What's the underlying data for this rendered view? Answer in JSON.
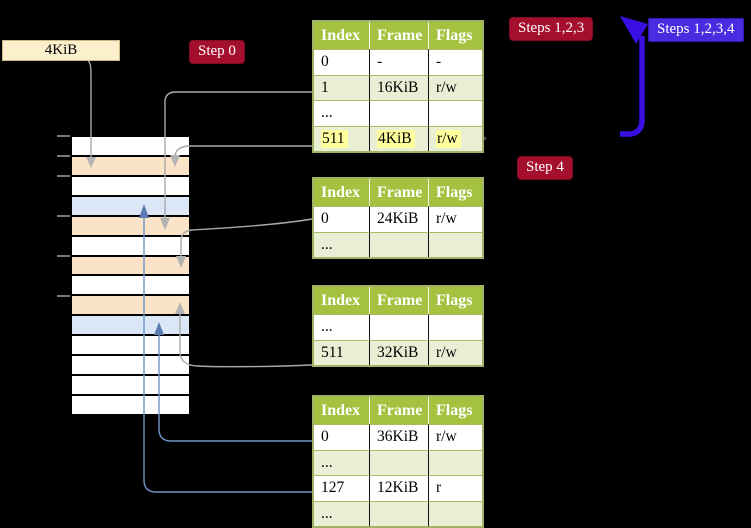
{
  "colors": {
    "background": "#000000",
    "table_header_green": "#a4c13f",
    "table_row_green": "#e8efd4",
    "table_border": "#a2b266",
    "table_row_divider": "#a9bc64",
    "highlight_yellow": "#ffff9e",
    "frame_label_cream": "#fcf0cc",
    "frame_label_border": "#c9b784",
    "badge_red": "#a50f2e",
    "badge_red_border": "#7e0b22",
    "badge_blue": "#4a2be0",
    "badge_blue_border": "#2f18b5",
    "loop_arrow_blue": "#3a0fe3",
    "pointer_gray": "#a9a9a9",
    "pointer_gray_head": "#b3b3b3",
    "pointer_blue": "#7295c8",
    "pointer_blue_head": "#5b7cb2",
    "memory_table_frame": "#fbe3c7",
    "memory_page_frame": "#dbe7f7",
    "memory_empty": "#ffffff",
    "tick_gray": "#7a7a7a"
  },
  "frame_label": "4KiB",
  "badges": [
    {
      "id": "step0",
      "label": "Step 0"
    },
    {
      "id": "steps123",
      "label": "Steps 1,2,3"
    },
    {
      "id": "steps1234",
      "label": "Steps 1,2,3,4"
    },
    {
      "id": "step4",
      "label": "Step 4"
    }
  ],
  "tables": [
    {
      "columns": [
        "Index",
        "Frame",
        "Flags"
      ],
      "rows": [
        {
          "cells": [
            "0",
            "-",
            "-"
          ]
        },
        {
          "cells": [
            "1",
            "16KiB",
            "r/w"
          ]
        },
        {
          "cells": [
            "...",
            "",
            ""
          ]
        },
        {
          "cells": [
            "511",
            "4KiB",
            "r/w"
          ],
          "highlight": true
        }
      ]
    },
    {
      "columns": [
        "Index",
        "Frame",
        "Flags"
      ],
      "rows": [
        {
          "cells": [
            "0",
            "24KiB",
            "r/w"
          ]
        },
        {
          "cells": [
            "...",
            "",
            ""
          ]
        }
      ]
    },
    {
      "columns": [
        "Index",
        "Frame",
        "Flags"
      ],
      "rows": [
        {
          "cells": [
            "...",
            "",
            ""
          ]
        },
        {
          "cells": [
            "511",
            "32KiB",
            "r/w"
          ]
        }
      ]
    },
    {
      "columns": [
        "Index",
        "Frame",
        "Flags"
      ],
      "rows": [
        {
          "cells": [
            "0",
            "36KiB",
            "r/w"
          ]
        },
        {
          "cells": [
            "...",
            "",
            ""
          ]
        },
        {
          "cells": [
            "127",
            "12KiB",
            "r"
          ]
        },
        {
          "cells": [
            "...",
            "",
            ""
          ]
        }
      ]
    }
  ],
  "memory_strip": {
    "rows": [
      {
        "kind": "empty"
      },
      {
        "kind": "table-frame"
      },
      {
        "kind": "empty"
      },
      {
        "kind": "page-frame"
      },
      {
        "kind": "table-frame"
      },
      {
        "kind": "empty"
      },
      {
        "kind": "table-frame"
      },
      {
        "kind": "empty"
      },
      {
        "kind": "table-frame"
      },
      {
        "kind": "page-frame"
      },
      {
        "kind": "empty"
      },
      {
        "kind": "empty"
      },
      {
        "kind": "empty"
      },
      {
        "kind": "empty"
      }
    ],
    "tick_row_indices": [
      0,
      1,
      2,
      4,
      6,
      8
    ]
  }
}
